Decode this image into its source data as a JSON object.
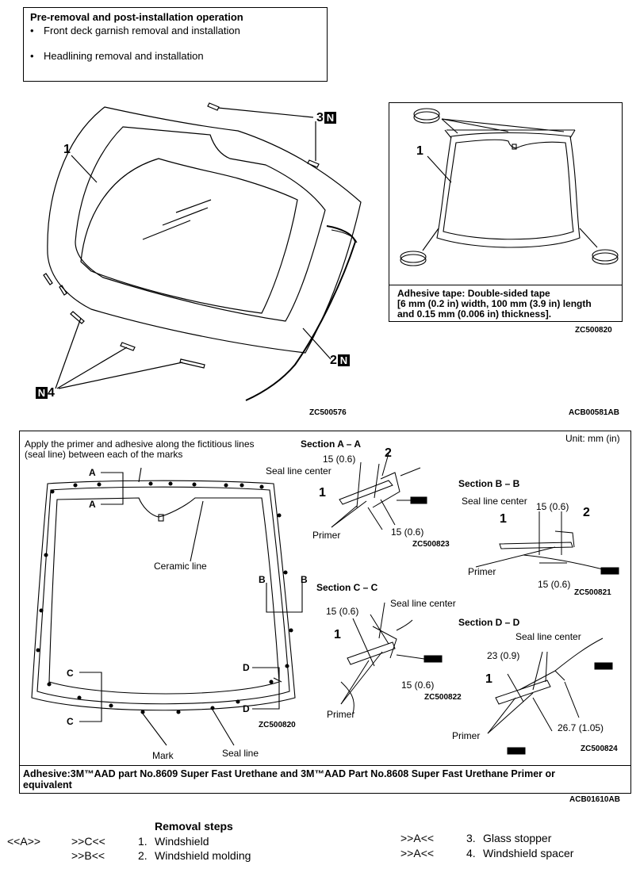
{
  "pre_box": {
    "title": "Pre-removal and post-installation operation",
    "items": [
      "Front deck garnish removal and installation",
      "Headlining removal and installation"
    ]
  },
  "exploded": {
    "part1": "1",
    "part2": "2",
    "part3": "3",
    "part4": "4",
    "n_badge": "N",
    "code": "ZC500576"
  },
  "tape_box": {
    "part1": "1",
    "note_lines": [
      "Adhesive tape: Double-sided tape",
      "[6 mm (0.2 in) width, 100 mm (3.9 in) length",
      "and 0.15 mm (0.006 in) thickness]."
    ],
    "code": "ZC500820"
  },
  "top_code": "ACB00581AB",
  "lower": {
    "unit": "Unit: mm (in)",
    "instruction_lines": [
      "Apply the primer and adhesive along the fictitious lines",
      "(seal line) between each of the marks"
    ],
    "markers": {
      "a": "A",
      "b": "B",
      "c": "C",
      "d": "D"
    },
    "ceramic_line": "Ceramic line",
    "mark": "Mark",
    "seal_line": "Seal line",
    "code_main": "ZC500820",
    "sections": {
      "aa": {
        "title": "Section A – A",
        "dim1": "15 (0.6)",
        "dim2": "15 (0.6)",
        "seal": "Seal line center",
        "primer": "Primer",
        "n1": "1",
        "n2": "2",
        "code": "ZC500823"
      },
      "bb": {
        "title": "Section B – B",
        "dim1": "15 (0.6)",
        "dim2": "15 (0.6)",
        "seal": "Seal line center",
        "primer": "Primer",
        "n1": "1",
        "n2": "2",
        "code": "ZC500821"
      },
      "cc": {
        "title": "Section C – C",
        "dim1": "15 (0.6)",
        "dim2": "15 (0.6)",
        "seal": "Seal line center",
        "primer": "Primer",
        "n1": "1",
        "code": "ZC500822"
      },
      "dd": {
        "title": "Section D – D",
        "dim1": "23 (0.9)",
        "dim2": "26.7 (1.05)",
        "seal": "Seal line center",
        "primer": "Primer",
        "n1": "1",
        "code": "ZC500824"
      }
    },
    "adhesive_lines": [
      "Adhesive:3M™AAD part No.8609 Super Fast Urethane and 3M™AAD Part No.8608 Super Fast Urethane Primer or",
      "equivalent"
    ]
  },
  "bottom_code": "ACB01610AB",
  "removal": {
    "title": "Removal steps",
    "rows": [
      {
        "tag1": "<<A>>",
        "tag2": ">>C<<",
        "num": "1.",
        "label": "Windshield"
      },
      {
        "tag1": "",
        "tag2": ">>B<<",
        "num": "2.",
        "label": "Windshield molding"
      },
      {
        "tag1": "",
        "tag2": ">>A<<",
        "num": "3.",
        "label": "Glass stopper"
      },
      {
        "tag1": "",
        "tag2": ">>A<<",
        "num": "4.",
        "label": "Windshield spacer"
      }
    ]
  }
}
